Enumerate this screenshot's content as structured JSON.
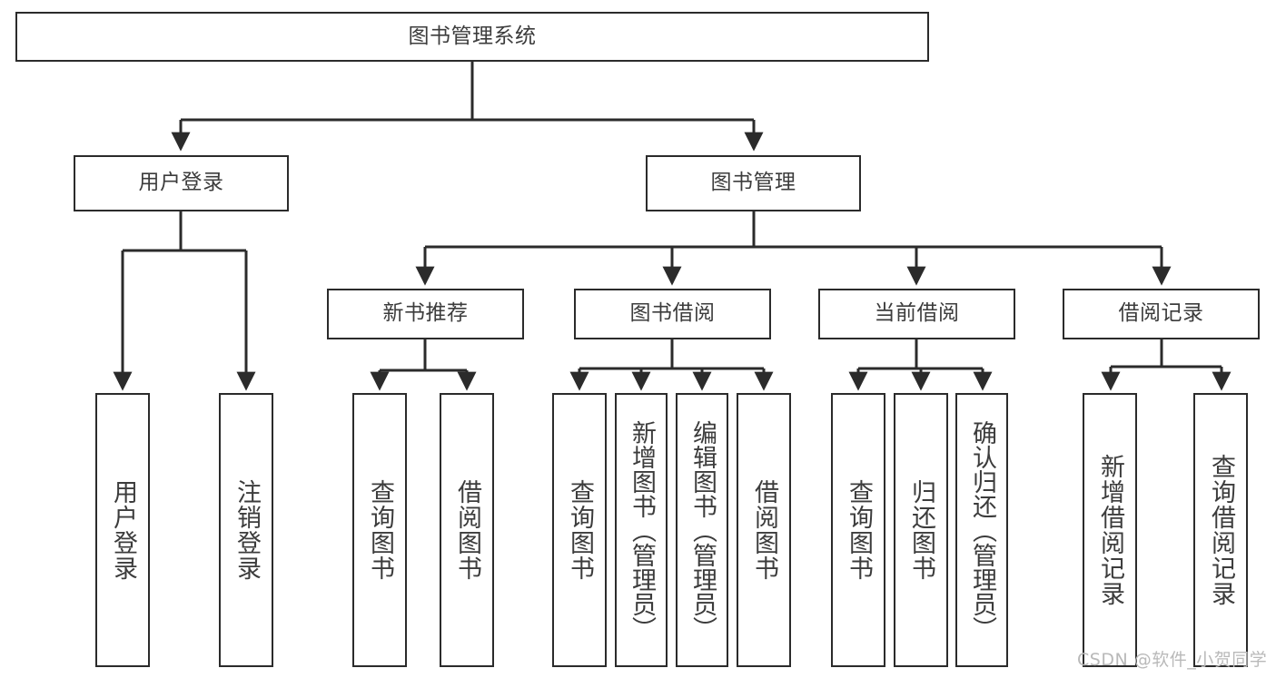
{
  "diagram": {
    "title": "图书管理系统",
    "type": "tree-hierarchy-diagram",
    "colors": {
      "box_border": "#2b2b2b",
      "box_fill": "#ffffff",
      "text": "#3c3c3c",
      "connector": "#2b2b2b",
      "watermark": "#b9b9b9"
    },
    "root": {
      "label": "图书管理系统"
    },
    "level2": [
      {
        "label": "用户登录"
      },
      {
        "label": "图书管理"
      }
    ],
    "level3": [
      {
        "label": "新书推荐"
      },
      {
        "label": "图书借阅"
      },
      {
        "label": "当前借阅"
      },
      {
        "label": "借阅记录"
      }
    ],
    "leaves": {
      "user_login": [
        {
          "label": "用户登录"
        },
        {
          "label": "注销登录"
        }
      ],
      "new_book_recommend": [
        {
          "label": "查询图书"
        },
        {
          "label": "借阅图书"
        }
      ],
      "book_borrow": [
        {
          "label": "查询图书"
        },
        {
          "label": "新增图书（管理员）"
        },
        {
          "label": "编辑图书（管理员）"
        },
        {
          "label": "借阅图书"
        }
      ],
      "current_borrow": [
        {
          "label": "查询图书"
        },
        {
          "label": "归还图书"
        },
        {
          "label": "确认归还（管理员）"
        }
      ],
      "borrow_record": [
        {
          "label": "新增借阅记录"
        },
        {
          "label": "查询借阅记录"
        }
      ]
    },
    "watermark": "CSDN @软件_小贺同学"
  }
}
